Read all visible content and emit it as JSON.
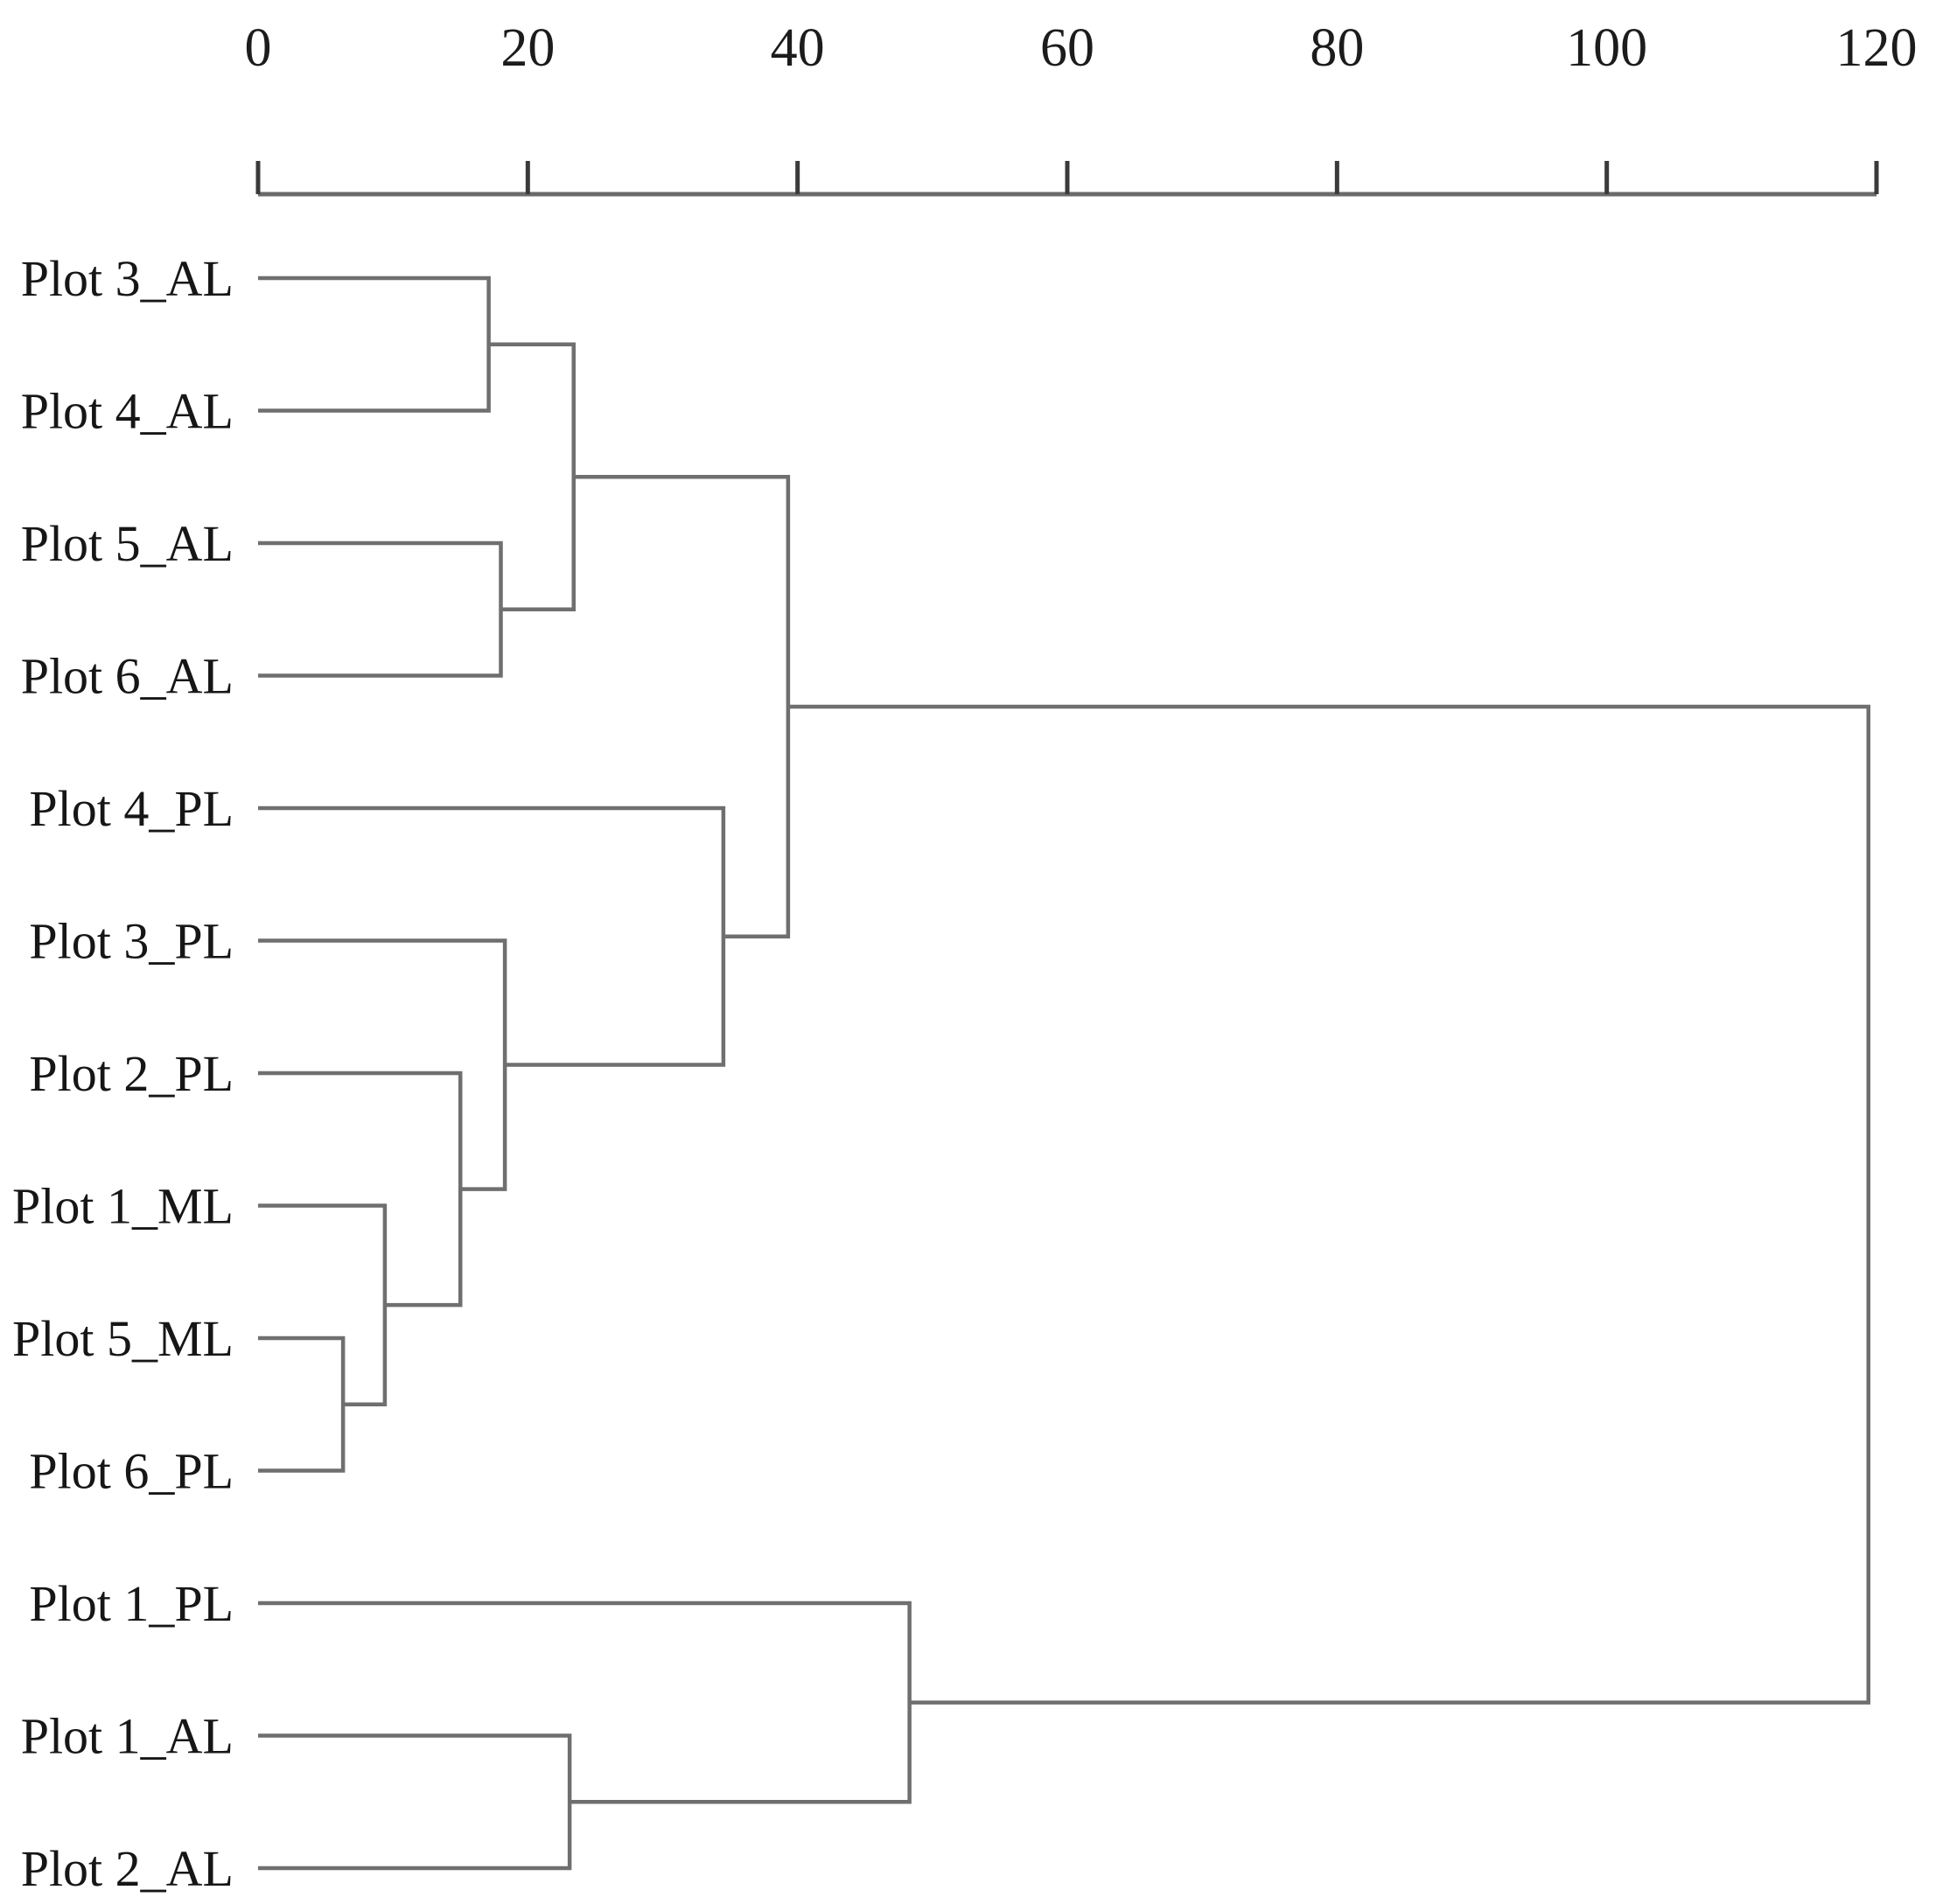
{
  "chart_data": {
    "type": "dendrogram",
    "title": "",
    "xlabel": "",
    "ylabel": "",
    "axis": {
      "position": "top",
      "ticks": [
        0,
        20,
        40,
        60,
        80,
        100,
        120
      ],
      "tick_labels": [
        "0",
        "20",
        "40",
        "60",
        "80",
        "100",
        "120"
      ],
      "xlim": [
        0,
        120
      ],
      "grid": false
    },
    "orientation": "horizontal-left-to-right",
    "leaf_order": [
      "Plot 3_AL",
      "Plot 4_AL",
      "Plot 5_AL",
      "Plot 6_AL",
      "Plot 4_PL",
      "Plot 3_PL",
      "Plot 2_PL",
      "Plot 1_ML",
      "Plot 5_ML",
      "Plot 6_PL",
      "Plot 1_PL",
      "Plot 1_AL",
      "Plot 2_AL"
    ],
    "leaves": [
      {
        "label": "Plot 3_AL",
        "index": 0
      },
      {
        "label": "Plot 4_AL",
        "index": 1
      },
      {
        "label": "Plot 5_AL",
        "index": 2
      },
      {
        "label": "Plot 6_AL",
        "index": 3
      },
      {
        "label": "Plot 4_PL",
        "index": 4
      },
      {
        "label": "Plot 3_PL",
        "index": 5
      },
      {
        "label": "Plot 2_PL",
        "index": 6
      },
      {
        "label": "Plot 1_ML",
        "index": 7
      },
      {
        "label": "Plot 5_ML",
        "index": 8
      },
      {
        "label": "Plot 6_PL",
        "index": 9
      },
      {
        "label": "Plot 1_PL",
        "index": 10
      },
      {
        "label": "Plot 1_AL",
        "index": 11
      },
      {
        "label": "Plot 2_AL",
        "index": 12
      }
    ],
    "merges": [
      {
        "id": "m1",
        "members": [
          "Plot 5_ML",
          "Plot 6_PL"
        ],
        "distance": 6.3
      },
      {
        "id": "m2",
        "members": [
          "Plot 1_ML",
          "m1"
        ],
        "distance": 9.4
      },
      {
        "id": "m3",
        "members": [
          "Plot 2_PL",
          "m2"
        ],
        "distance": 15.0
      },
      {
        "id": "m4",
        "members": [
          "Plot 3_AL",
          "Plot 4_AL"
        ],
        "distance": 17.1
      },
      {
        "id": "m5",
        "members": [
          "Plot 5_AL",
          "Plot 6_AL"
        ],
        "distance": 18.0
      },
      {
        "id": "m6",
        "members": [
          "m4",
          "m5"
        ],
        "distance": 23.4
      },
      {
        "id": "m7",
        "members": [
          "Plot 3_PL",
          "m3"
        ],
        "distance": 18.3
      },
      {
        "id": "m8",
        "members": [
          "Plot 4_PL",
          "m7"
        ],
        "distance": 34.5
      },
      {
        "id": "m9",
        "members": [
          "m6",
          "m8"
        ],
        "distance": 39.3
      },
      {
        "id": "m10",
        "members": [
          "Plot 1_AL",
          "Plot 2_AL"
        ],
        "distance": 23.1
      },
      {
        "id": "m11",
        "members": [
          "Plot 1_PL",
          "m10"
        ],
        "distance": 48.3
      },
      {
        "id": "m12",
        "members": [
          "m9",
          "m11"
        ],
        "distance": 119.4
      }
    ],
    "line_color": "#6f6f6f",
    "axis_color": "#6a6a6a",
    "text_color": "#161616",
    "background": "#ffffff"
  }
}
